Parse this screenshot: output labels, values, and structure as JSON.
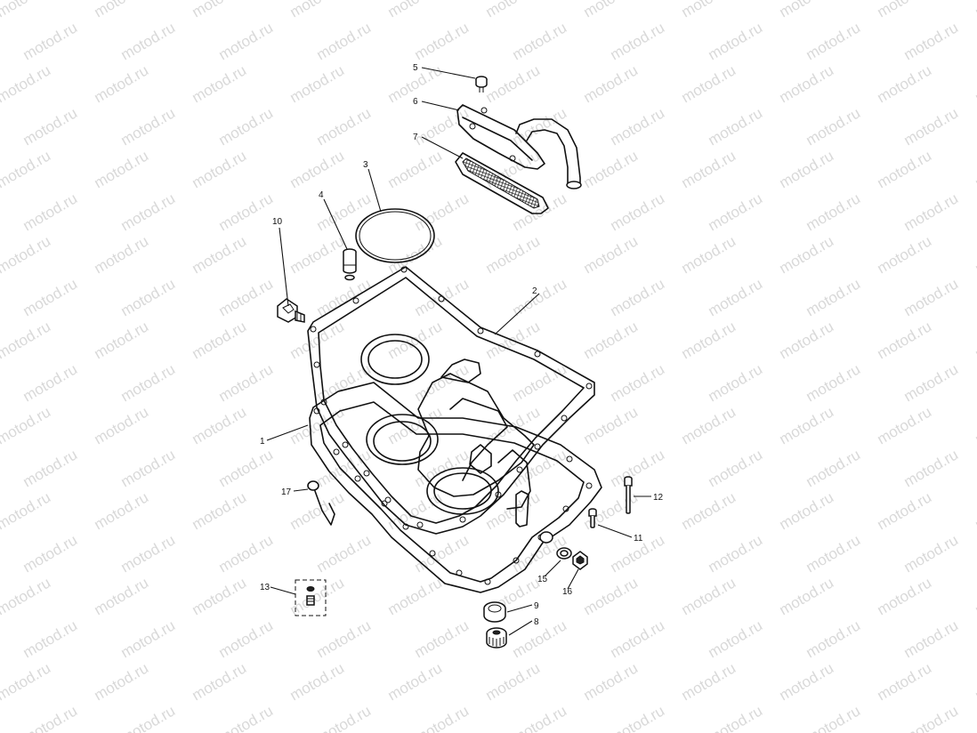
{
  "watermark": {
    "text": "motod.ru",
    "color": "#d9d9d9"
  },
  "callouts": [
    {
      "id": "1",
      "label": "1"
    },
    {
      "id": "2",
      "label": "2"
    },
    {
      "id": "3",
      "label": "3"
    },
    {
      "id": "4",
      "label": "4"
    },
    {
      "id": "5",
      "label": "5"
    },
    {
      "id": "6",
      "label": "6"
    },
    {
      "id": "7",
      "label": "7"
    },
    {
      "id": "8",
      "label": "8"
    },
    {
      "id": "9",
      "label": "9"
    },
    {
      "id": "10",
      "label": "10"
    },
    {
      "id": "11",
      "label": "11"
    },
    {
      "id": "12",
      "label": "12"
    },
    {
      "id": "13",
      "label": "13"
    },
    {
      "id": "15",
      "label": "15"
    },
    {
      "id": "16",
      "label": "16"
    },
    {
      "id": "17",
      "label": "17"
    }
  ]
}
